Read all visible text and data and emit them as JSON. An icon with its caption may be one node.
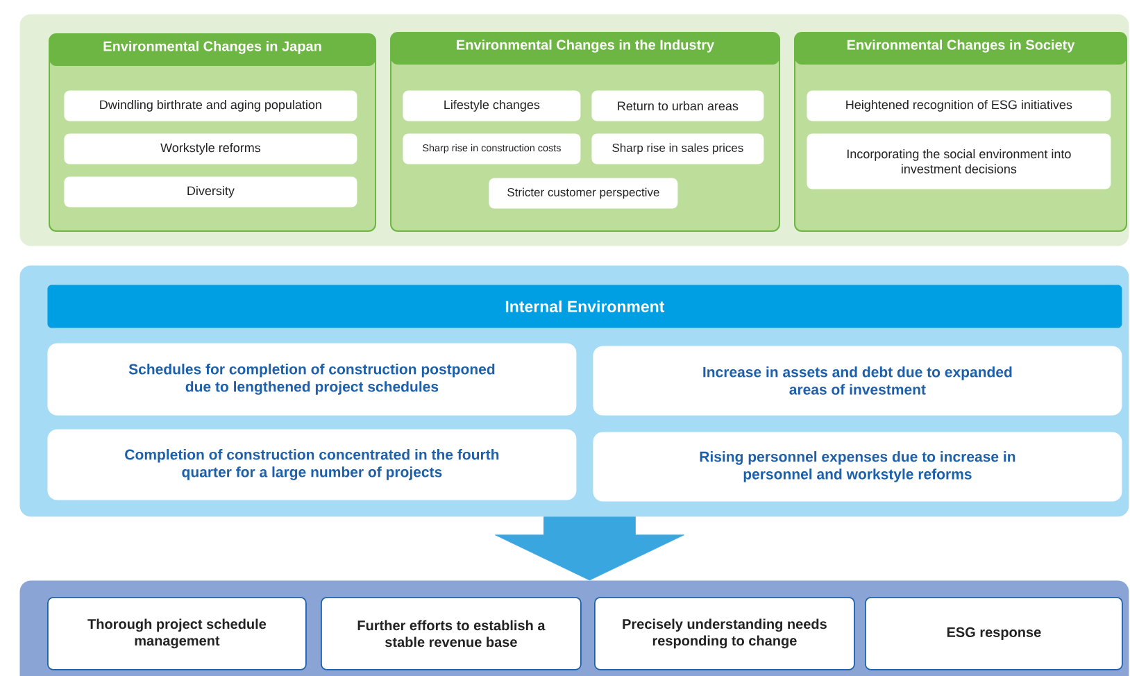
{
  "diagram": {
    "nodes": [
      {
        "text": [],
        "shape": "box"
      },
      {
        "text": [
          "Environmental Changes in Japan"
        ],
        "in": 0
      },
      {
        "text": [
          "Dwindling birthrate and aging population"
        ],
        "in": 1
      },
      {
        "text": [
          "Workstyle reforms"
        ],
        "in": 1
      },
      {
        "text": [
          "Diversity"
        ],
        "in": 1
      },
      {
        "text": [
          "Environmental Changes in the Industry"
        ],
        "in": 0
      },
      {
        "text": [
          "Lifestyle changes"
        ],
        "in": 5
      },
      {
        "text": [
          "Return to urban areas"
        ],
        "in": 5
      },
      {
        "text": [
          "Sharp rise in construction costs"
        ],
        "in": 5
      },
      {
        "text": [
          "Sharp rise in sales prices"
        ],
        "in": 5
      },
      {
        "text": [
          "Stricter customer perspective"
        ],
        "in": 5
      },
      {
        "text": [
          "Environmental Changes in Society"
        ],
        "in": 0
      },
      {
        "text": [
          "Heightened recognition of ESG initiatives"
        ],
        "in": 11
      },
      {
        "text": [
          "Incorporating the social environment into investment decisions"
        ],
        "in": 11
      },
      {
        "text": [],
        "shape": "box"
      },
      {
        "text": [
          "Internal Environment"
        ],
        "in": 14
      },
      {
        "text": [
          "Schedules for completion of construction postponed due to lengthened project schedules"
        ],
        "in": 14
      },
      {
        "text": [
          "Increase in assets and debt due to expanded areas of investment"
        ],
        "in": 14
      },
      {
        "text": [
          "Completion of construction concentrated in the fourth quarter for a large number of projects"
        ],
        "in": 14
      },
      {
        "text": [
          "Rising personnel expenses due to increase in personnel and workstyle reforms"
        ],
        "in": 14
      },
      {
        "text": [],
        "shape": "box"
      },
      {
        "text": [
          "Thorough project schedule management"
        ],
        "in": 20
      },
      {
        "text": [
          "Further efforts to establish a stable revenue base"
        ],
        "in": 20
      },
      {
        "text": [
          "Precisely understanding needs responding to change"
        ],
        "in": 20
      },
      {
        "text": [
          "ESG response"
        ],
        "in": 20
      }
    ],
    "edges": [
      {
        "from": 14,
        "to": 20,
        "arrow": "to"
      }
    ]
  }
}
